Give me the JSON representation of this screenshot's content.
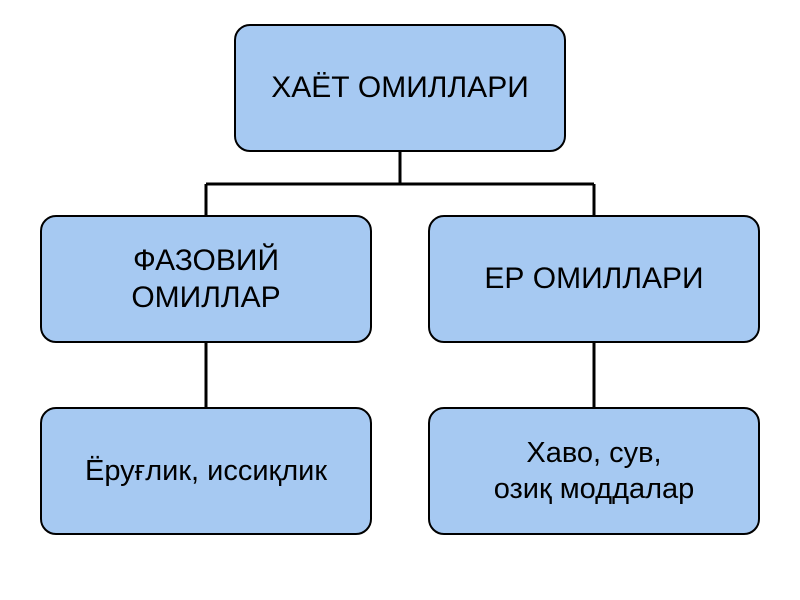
{
  "colors": {
    "node_fill": "#a6c9f2",
    "node_border": "#000000",
    "line": "#000000",
    "background": "#ffffff",
    "text": "#000000"
  },
  "diagram": {
    "root": {
      "label": "ХАЁТ ОМИЛЛАРИ"
    },
    "left": {
      "label": "ФАЗОВИЙ\nОМИЛЛАР",
      "child": {
        "label": "Ёруғлик, иссиқлик"
      }
    },
    "right": {
      "label": "ЕР ОМИЛЛАРИ",
      "child": {
        "label": "Хаво, сув,\nозиқ моддалар"
      }
    }
  }
}
